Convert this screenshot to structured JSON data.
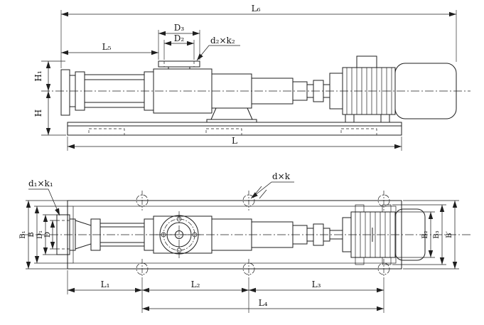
{
  "drawing": {
    "views": {
      "top": {
        "dims": {
          "L6": "L₆",
          "D3": "D₃",
          "D2": "D₂",
          "L5": "L₅",
          "d2k2": "d₂×k₂",
          "H1": "H₁",
          "H": "H",
          "L": "L"
        }
      },
      "bottom": {
        "dims": {
          "d1k1": "d₁×k₁",
          "dk": "d×k",
          "B1": "B₁",
          "B": "B",
          "D1": "D₁",
          "D": "D",
          "B2": "B₂",
          "B3": "B₃",
          "Bprime": "B′",
          "L1": "L₁",
          "L2": "L₂",
          "L3": "L₃",
          "L4": "L₄"
        }
      }
    }
  }
}
